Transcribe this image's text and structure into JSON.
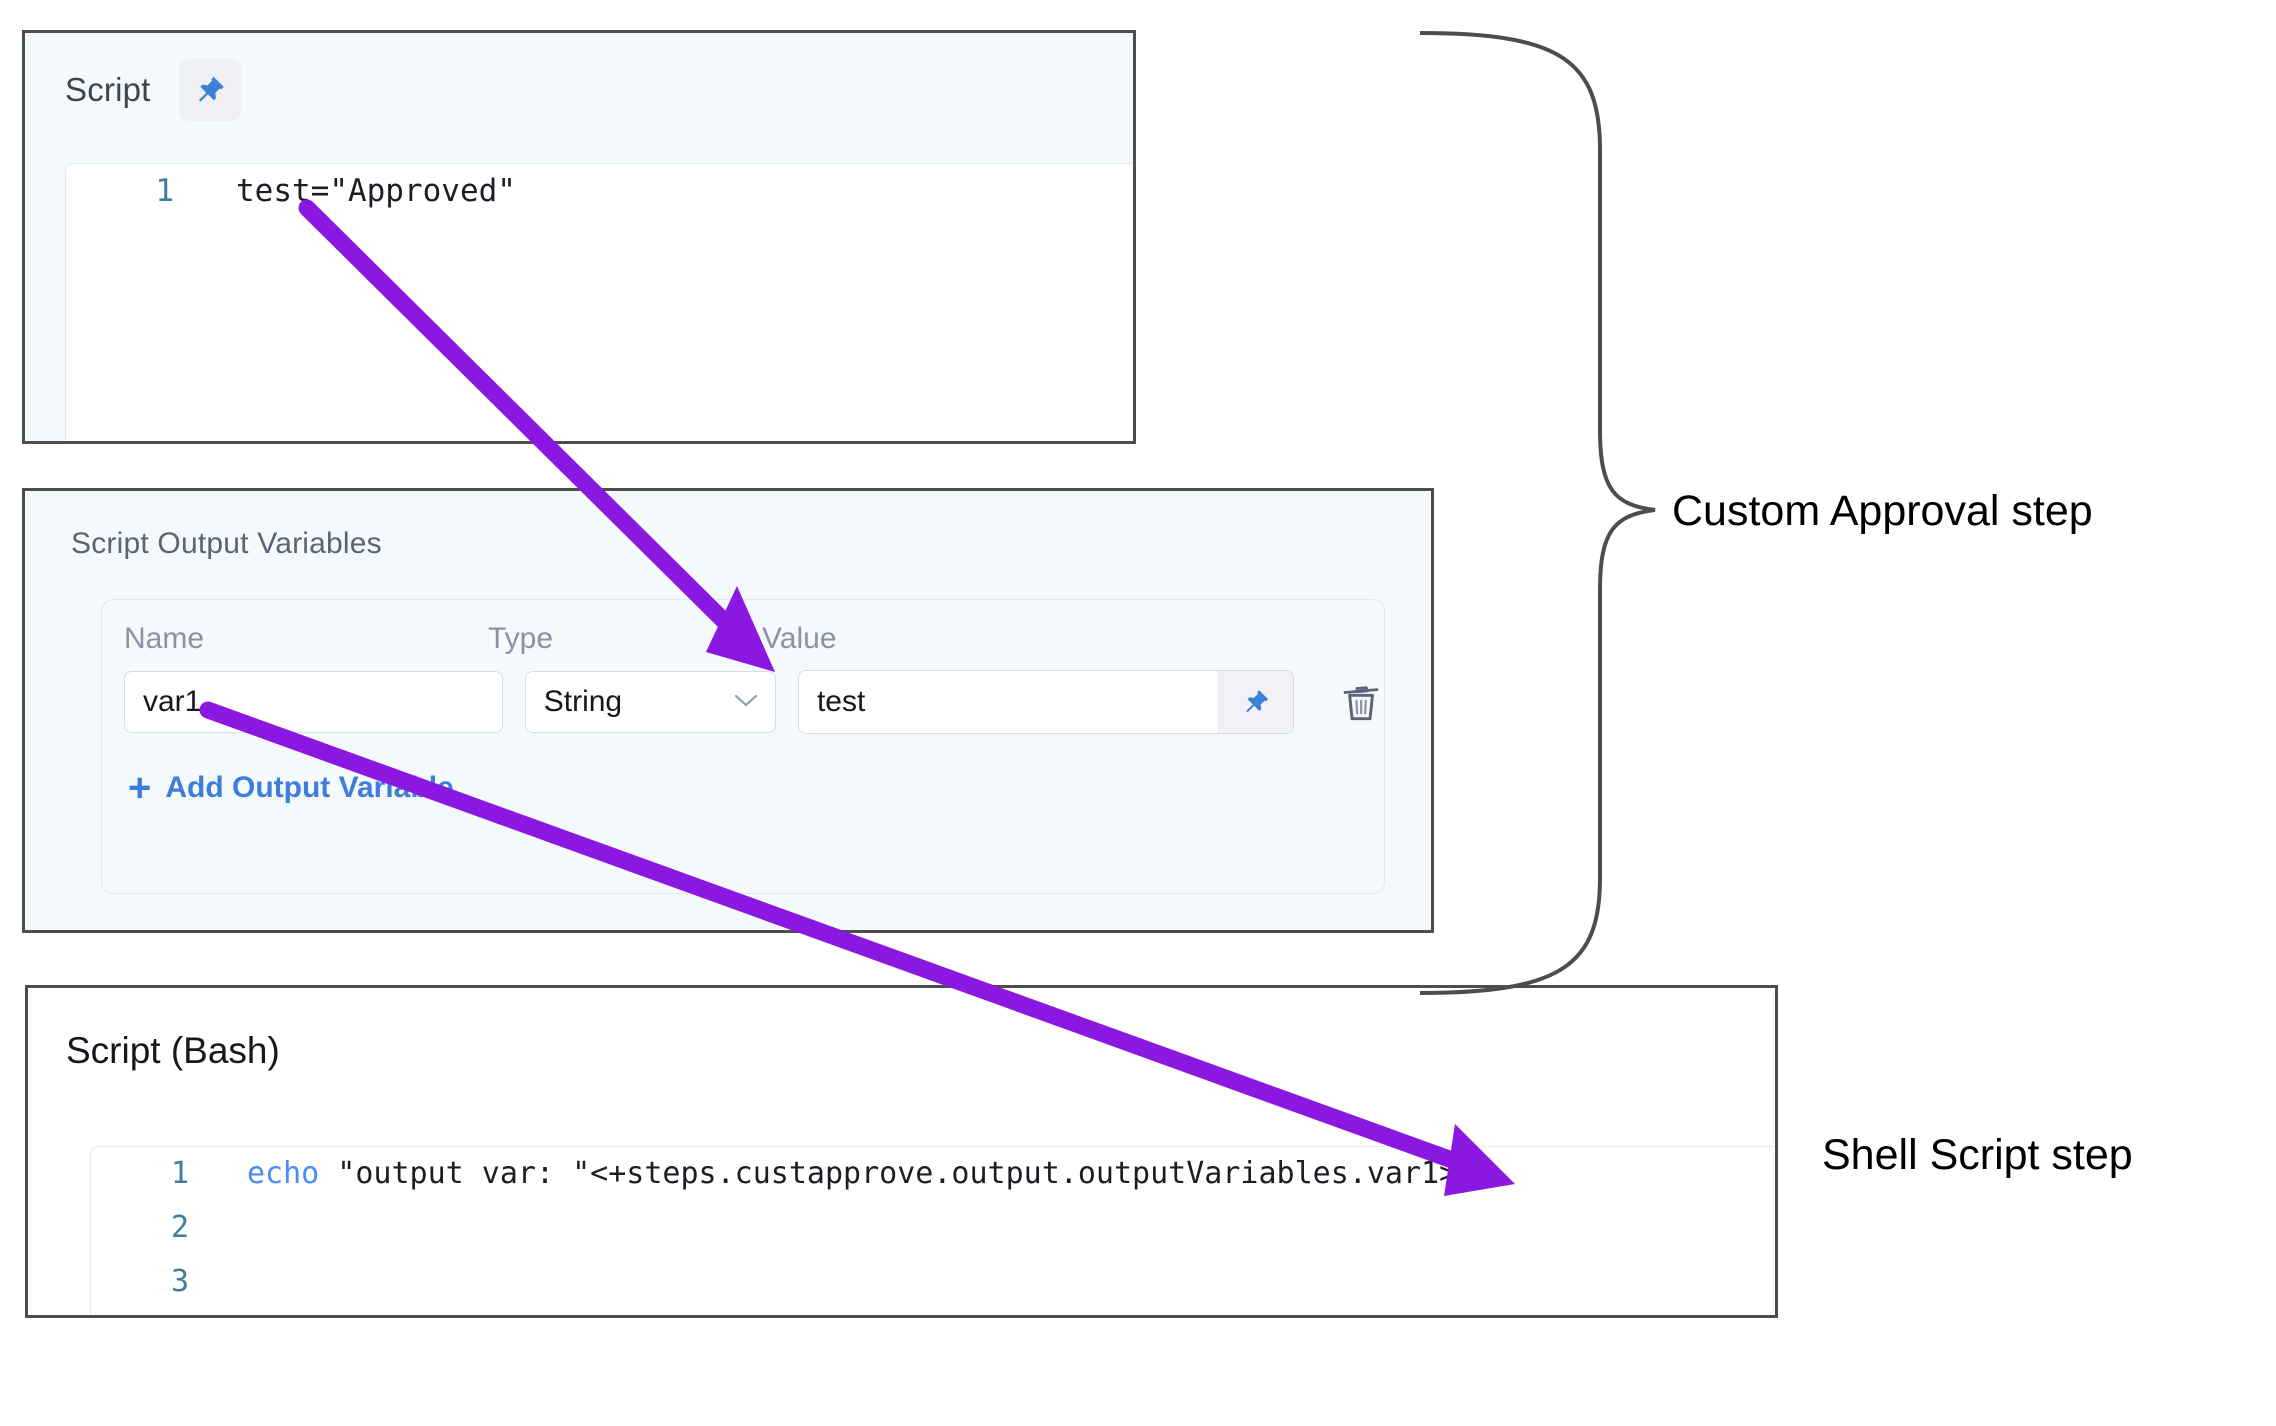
{
  "script_panel": {
    "title": "Script",
    "pin_icon": "pushpin-icon",
    "code": {
      "lines": [
        {
          "number": "1",
          "text": "test=\"Approved\""
        }
      ]
    }
  },
  "output_variables_panel": {
    "title": "Script Output Variables",
    "columns": {
      "name": "Name",
      "type": "Type",
      "value": "Value"
    },
    "rows": [
      {
        "name": "var1",
        "type": "String",
        "type_chevron": "chevron-down-icon",
        "value": "test",
        "value_pin_icon": "pushpin-icon",
        "delete_icon": "trash-icon"
      }
    ],
    "add_link": {
      "plus": "+",
      "label": "Add Output Variable"
    }
  },
  "bash_panel": {
    "title": "Script (Bash)",
    "code": {
      "lines": [
        {
          "number": "1",
          "keyword": "echo",
          "text": " \"output var: \"<+steps.custapprove.output.outputVariables.var1>"
        },
        {
          "number": "2",
          "keyword": "",
          "text": ""
        },
        {
          "number": "3",
          "keyword": "",
          "text": ""
        }
      ]
    }
  },
  "annotations": {
    "custom_approval_step": "Custom Approval step",
    "shell_script_step": "Shell Script step",
    "arrow_color": "#8b18e0",
    "brace_color": "#4d4d4d"
  },
  "colors": {
    "panel_border": "#4d4d4d",
    "panel_tint": "#f4f9fc",
    "link_blue": "#3e7ddb",
    "pin_blue": "#3b82d6",
    "gutter_blue": "#3f7f9a",
    "keyword_blue": "#4a8df8"
  }
}
